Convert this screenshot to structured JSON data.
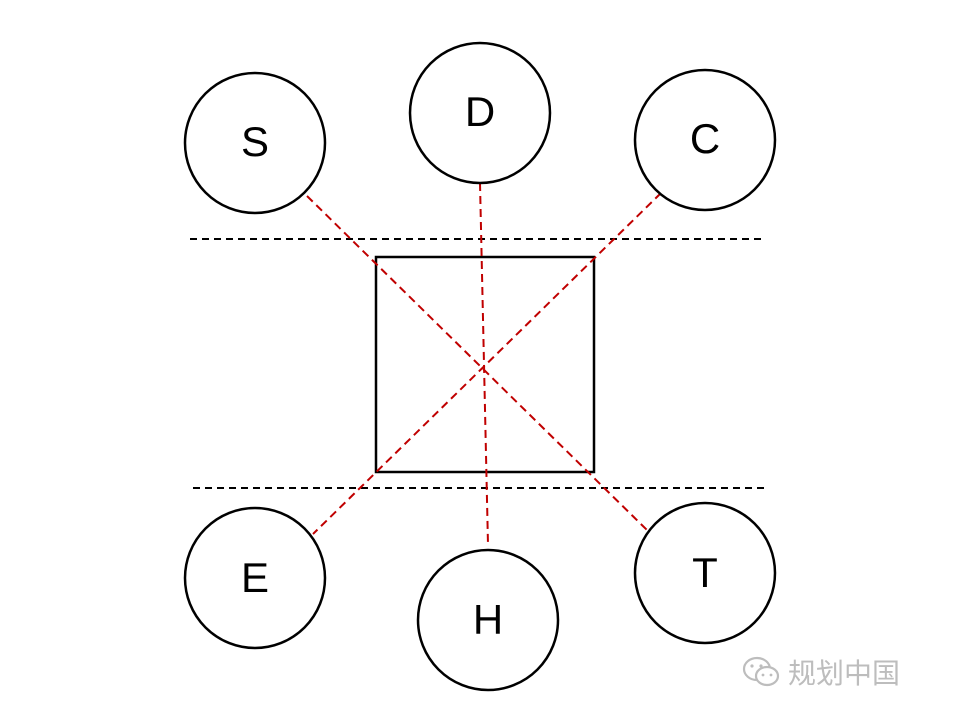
{
  "nodes": {
    "S": {
      "label": "S"
    },
    "D": {
      "label": "D"
    },
    "C": {
      "label": "C"
    },
    "E": {
      "label": "E"
    },
    "H": {
      "label": "H"
    },
    "T": {
      "label": "T"
    }
  },
  "colors": {
    "connector": "#c00000",
    "outline": "#000000",
    "watermark": "#bdbdbd"
  },
  "watermark": {
    "icon": "wechat-icon",
    "text": "规划中国"
  }
}
